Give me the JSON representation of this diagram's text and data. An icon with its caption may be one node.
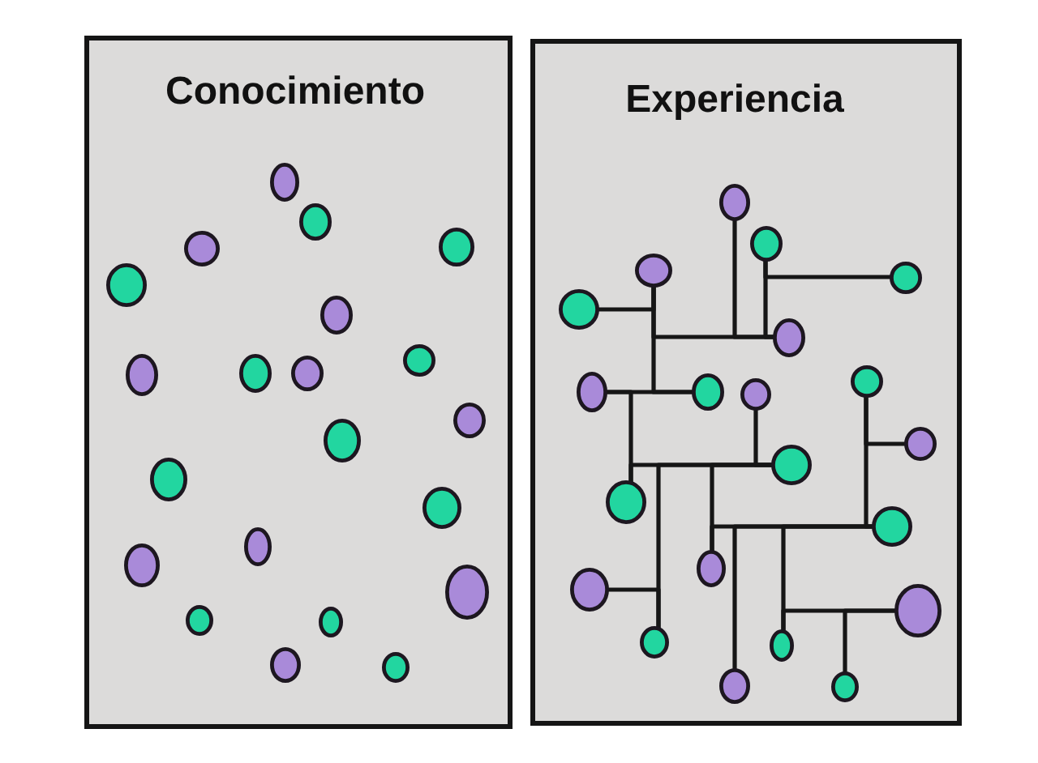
{
  "diagram": {
    "nodes": [
      {
        "text": [
          "Conocimiento"
        ]
      },
      {
        "text": [
          "Experiencia"
        ]
      },
      {
        "text": [],
        "shape": "circle",
        "in": 0
      },
      {
        "text": [],
        "shape": "circle",
        "in": 0
      },
      {
        "text": [],
        "shape": "circle",
        "in": 0
      },
      {
        "text": [],
        "shape": "circle",
        "in": 0
      },
      {
        "text": [],
        "shape": "circle",
        "in": 0
      },
      {
        "text": [],
        "shape": "circle",
        "in": 0
      },
      {
        "text": [],
        "shape": "circle",
        "in": 0
      },
      {
        "text": [],
        "shape": "circle",
        "in": 0
      },
      {
        "text": [],
        "shape": "circle",
        "in": 0
      },
      {
        "text": [],
        "shape": "circle",
        "in": 0
      },
      {
        "text": [],
        "shape": "circle",
        "in": 0
      },
      {
        "text": [],
        "shape": "circle",
        "in": 0
      },
      {
        "text": [],
        "shape": "circle",
        "in": 0
      },
      {
        "text": [],
        "shape": "circle",
        "in": 0
      },
      {
        "text": [],
        "shape": "circle",
        "in": 0
      },
      {
        "text": [],
        "shape": "circle",
        "in": 0
      },
      {
        "text": [],
        "shape": "circle",
        "in": 0
      },
      {
        "text": [],
        "shape": "circle",
        "in": 0
      },
      {
        "text": [],
        "shape": "circle",
        "in": 0
      },
      {
        "text": [],
        "shape": "circle",
        "in": 0
      },
      {
        "text": [],
        "shape": "circle",
        "in": 0
      },
      {
        "text": [],
        "shape": "circle",
        "in": 1
      },
      {
        "text": [],
        "shape": "circle",
        "in": 1
      },
      {
        "text": [],
        "shape": "circle",
        "in": 1
      },
      {
        "text": [],
        "shape": "circle",
        "in": 1
      },
      {
        "text": [],
        "shape": "circle",
        "in": 1
      },
      {
        "text": [],
        "shape": "circle",
        "in": 1
      },
      {
        "text": [],
        "shape": "circle",
        "in": 1
      },
      {
        "text": [],
        "shape": "circle",
        "in": 1
      },
      {
        "text": [],
        "shape": "circle",
        "in": 1
      },
      {
        "text": [],
        "shape": "circle",
        "in": 1
      },
      {
        "text": [],
        "shape": "circle",
        "in": 1
      },
      {
        "text": [],
        "shape": "circle",
        "in": 1
      },
      {
        "text": [],
        "shape": "circle",
        "in": 1
      },
      {
        "text": [],
        "shape": "circle",
        "in": 1
      },
      {
        "text": [],
        "shape": "circle",
        "in": 1
      },
      {
        "text": [],
        "shape": "circle",
        "in": 1
      },
      {
        "text": [],
        "shape": "circle",
        "in": 1
      },
      {
        "text": [],
        "shape": "circle",
        "in": 1
      },
      {
        "text": [],
        "shape": "circle",
        "in": 1
      },
      {
        "text": [],
        "shape": "circle",
        "in": 1
      },
      {
        "text": [],
        "shape": "circle",
        "in": 1
      }
    ],
    "edges": [
      {
        "from": 23,
        "to": 28,
        "arrow": "none"
      },
      {
        "from": 24,
        "to": 26,
        "arrow": "none"
      },
      {
        "from": 24,
        "to": 28,
        "arrow": "none"
      },
      {
        "from": 25,
        "to": 27,
        "arrow": "none"
      },
      {
        "from": 25,
        "to": 28,
        "arrow": "none"
      },
      {
        "from": 25,
        "to": 31,
        "arrow": "none"
      },
      {
        "from": 30,
        "to": 31,
        "arrow": "none"
      },
      {
        "from": 30,
        "to": 35,
        "arrow": "none"
      },
      {
        "from": 35,
        "to": 34,
        "arrow": "none"
      },
      {
        "from": 32,
        "to": 34,
        "arrow": "none"
      },
      {
        "from": 40,
        "to": 38,
        "arrow": "none"
      },
      {
        "from": 40,
        "to": 34,
        "arrow": "none"
      },
      {
        "from": 37,
        "to": 34,
        "arrow": "none"
      },
      {
        "from": 37,
        "to": 36,
        "arrow": "none"
      },
      {
        "from": 29,
        "to": 33,
        "arrow": "none"
      },
      {
        "from": 29,
        "to": 36,
        "arrow": "none"
      },
      {
        "from": 42,
        "to": 36,
        "arrow": "none"
      },
      {
        "from": 41,
        "to": 39,
        "arrow": "none"
      },
      {
        "from": 41,
        "to": 36,
        "arrow": "none"
      },
      {
        "from": 43,
        "to": 39,
        "arrow": "none"
      }
    ]
  }
}
